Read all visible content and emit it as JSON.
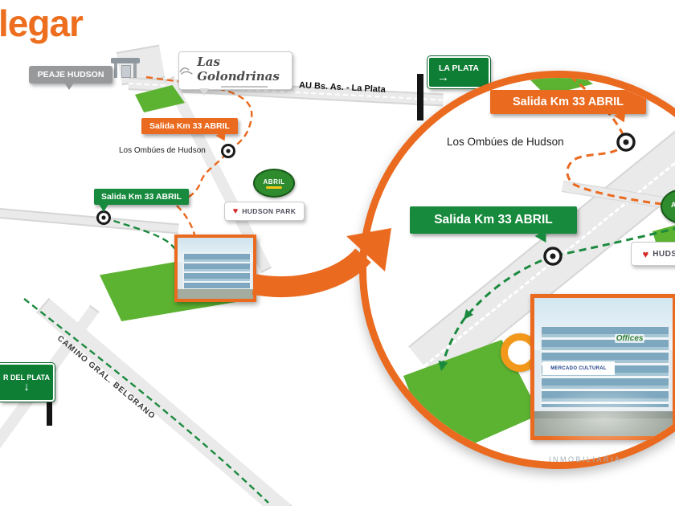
{
  "title_fragment": "legar",
  "signs": {
    "peaje": "PEAJE HUDSON",
    "golondrinas": "Las Golondrinas",
    "la_plata": "LA PLATA",
    "mar_del_plata": "R DEL PLATA",
    "abril": "ABRIL",
    "hudson_park": "HUDSON PARK",
    "hudson": "HUDSON"
  },
  "roads": {
    "highway": "AU Bs. As. - La Plata",
    "belgrano": "CAMINO GRAL. BELGRANO"
  },
  "badges": {
    "exit": "Salida Km 33 ABRIL"
  },
  "labels": {
    "neighborhood": "Los Ombúes de Hudson"
  },
  "photo": {
    "band_sign": "MERCADO CULTURAL",
    "offices_sign": "Offices"
  },
  "icons": {
    "right_arrow": "→",
    "down_arrow": "↓",
    "heart": "♥"
  },
  "watermark": "INMOBILIARIA",
  "colors": {
    "accent_orange": "#EA6A1F",
    "badge_green": "#178A3D",
    "sign_green": "#0E7E35",
    "map_green": "#5CB231",
    "road_gray": "#EAEAEA"
  }
}
